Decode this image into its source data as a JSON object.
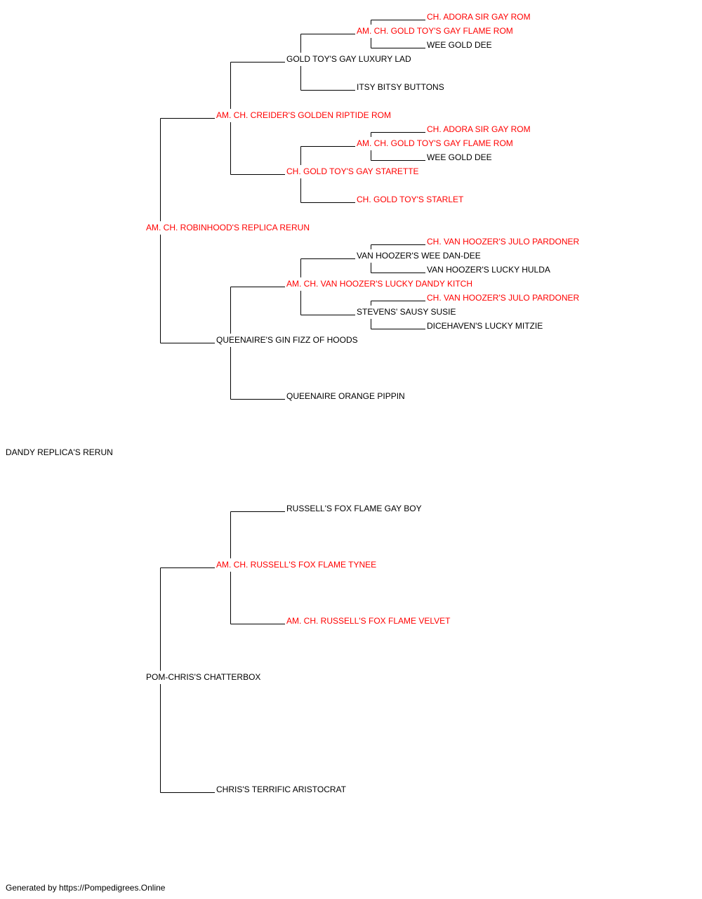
{
  "pedigree": {
    "subject": {
      "name": "DANDY REPLICA'S RERUN",
      "champion": false
    },
    "sire": {
      "name": "AM. CH. ROBINHOOD'S REPLICA RERUN",
      "champion": true
    },
    "dam": {
      "name": "POM-CHRIS'S CHATTERBOX",
      "champion": false
    },
    "sire_sire": {
      "name": "AM. CH. CREIDER'S GOLDEN RIPTIDE ROM",
      "champion": true
    },
    "sire_dam": {
      "name": "QUEENAIRE'S GIN FIZZ OF HOODS",
      "champion": false
    },
    "dam_sire": {
      "name": "AM. CH. RUSSELL'S FOX FLAME TYNEE",
      "champion": true
    },
    "dam_dam": {
      "name": "CHRIS'S TERRIFIC ARISTOCRAT",
      "champion": false
    },
    "sss": {
      "name": "GOLD TOY'S GAY LUXURY LAD",
      "champion": false
    },
    "ssd": {
      "name": "CH. GOLD TOY'S GAY STARETTE",
      "champion": true
    },
    "sds": {
      "name": "AM. CH. VAN HOOZER'S LUCKY DANDY KITCH",
      "champion": true
    },
    "sdd": {
      "name": "QUEENAIRE ORANGE PIPPIN",
      "champion": false
    },
    "dss": {
      "name": "RUSSELL'S FOX FLAME GAY BOY",
      "champion": false
    },
    "dsd": {
      "name": "AM. CH. RUSSELL'S FOX FLAME VELVET",
      "champion": true
    },
    "ssss": {
      "name": "AM. CH. GOLD TOY'S GAY FLAME ROM",
      "champion": true
    },
    "sssd": {
      "name": "ITSY BITSY BUTTONS",
      "champion": false
    },
    "ssds": {
      "name": "AM. CH. GOLD TOY'S GAY FLAME ROM",
      "champion": true
    },
    "ssdd": {
      "name": "CH. GOLD TOY'S STARLET",
      "champion": true
    },
    "sdss": {
      "name": "VAN HOOZER'S WEE DAN-DEE",
      "champion": false
    },
    "sdsd": {
      "name": "STEVENS' SAUSY SUSIE",
      "champion": false
    },
    "sssss": {
      "name": "CH. ADORA SIR GAY ROM",
      "champion": true
    },
    "ssssd": {
      "name": "WEE GOLD DEE",
      "champion": false
    },
    "ssdss": {
      "name": "CH. ADORA SIR GAY ROM",
      "champion": true
    },
    "ssdsd": {
      "name": "WEE GOLD DEE",
      "champion": false
    },
    "sdsss": {
      "name": "CH. VAN HOOZER'S JULO PARDONER",
      "champion": true
    },
    "sdssd": {
      "name": "VAN HOOZER'S LUCKY HULDA",
      "champion": false
    },
    "sdsds": {
      "name": "CH. VAN HOOZER'S JULO PARDONER",
      "champion": true
    },
    "sdsdd": {
      "name": "DICEHAVEN'S LUCKY MITZIE",
      "champion": false
    }
  },
  "colors": {
    "champion": "#ff0000",
    "normal": "#000000",
    "line": "#000000"
  },
  "footer": {
    "text": "Generated by https://Pompedigrees.Online"
  }
}
